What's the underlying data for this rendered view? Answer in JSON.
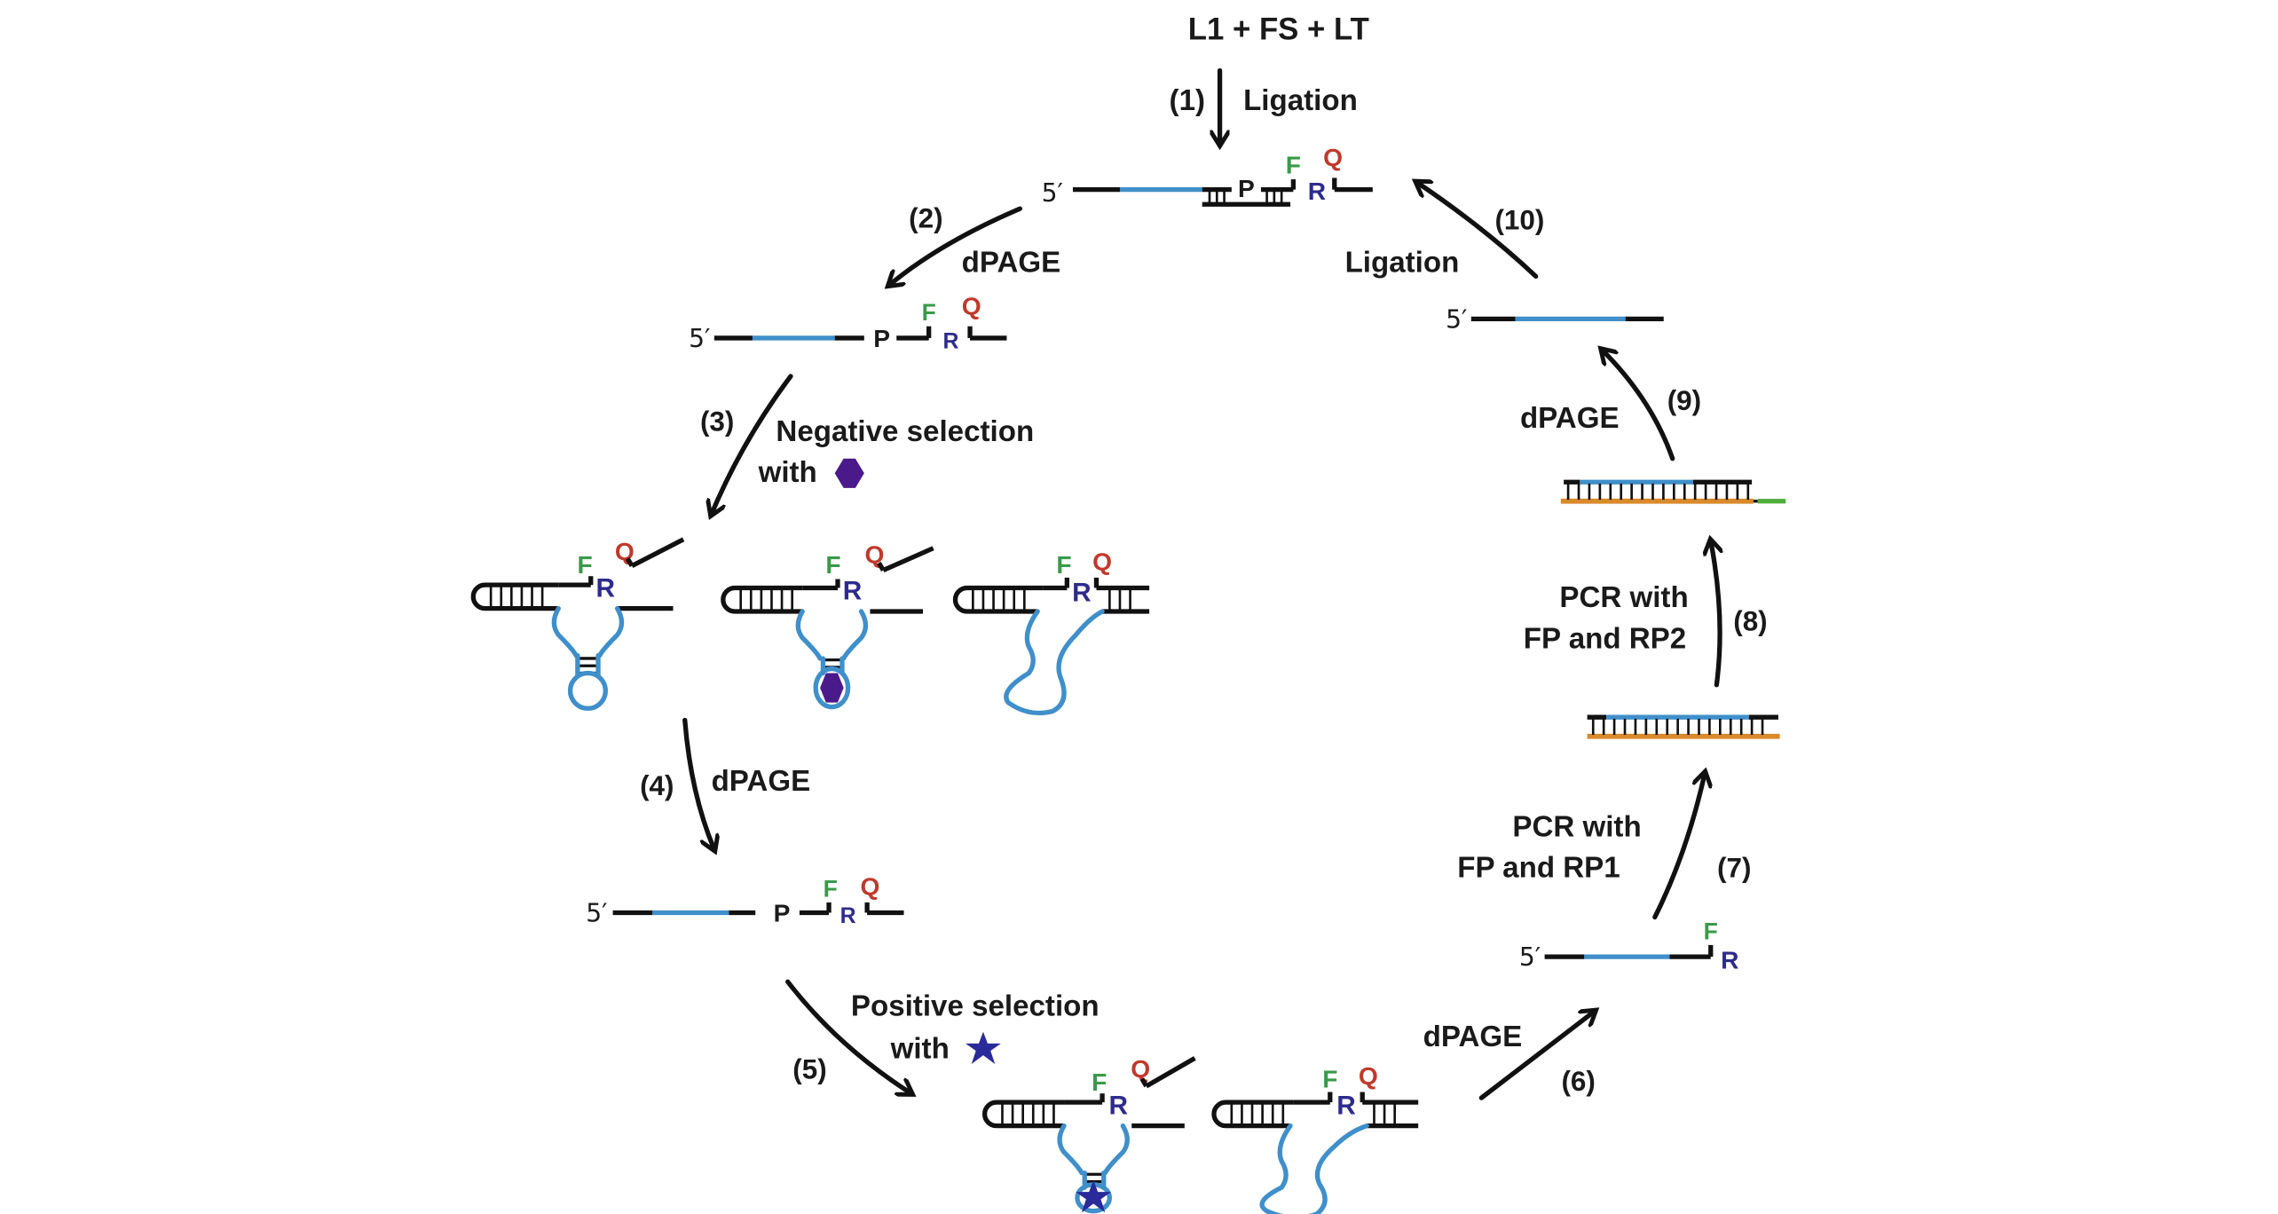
{
  "title": "L1 + FS + LT",
  "steps": [
    {
      "num": "(1)",
      "label": "Ligation"
    },
    {
      "num": "(2)",
      "label": "dPAGE"
    },
    {
      "num": "(3)",
      "label_line1": "Negative selection",
      "label_line2": "with"
    },
    {
      "num": "(4)",
      "label": "dPAGE"
    },
    {
      "num": "(5)",
      "label_line1": "Positive selection",
      "label_line2": "with"
    },
    {
      "num": "(6)",
      "label": "dPAGE"
    },
    {
      "num": "(7)",
      "label_line1": "PCR with",
      "label_line2": "FP and RP1"
    },
    {
      "num": "(8)",
      "label_line1": "PCR with",
      "label_line2": "FP and RP2"
    },
    {
      "num": "(9)",
      "label": "dPAGE"
    },
    {
      "num": "(10)",
      "label": "Ligation"
    }
  ],
  "markers": {
    "five_prime": "5′",
    "P": "P",
    "F": "F",
    "R": "R",
    "Q": "Q"
  },
  "symbols": {
    "negative_target": "hexagon",
    "positive_target": "star"
  },
  "colors": {
    "strand_black": "#111111",
    "random_region_blue": "#3f8fca",
    "F_green": "#3a9a4a",
    "R_navy": "#2e2b8c",
    "Q_red": "#c0392b",
    "hexagon_purple": "#4b1a8a",
    "star_navy": "#2a2a9a",
    "complement_orange": "#d98a2b",
    "tail_green": "#4cae3c"
  }
}
